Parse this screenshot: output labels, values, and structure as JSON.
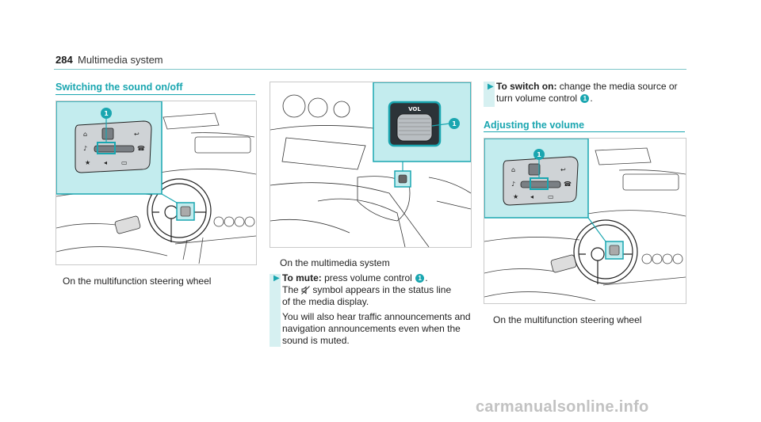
{
  "header": {
    "page_number": "284",
    "section": "Multimedia system"
  },
  "left": {
    "heading": "Switching the sound on/off",
    "callout": "1",
    "caption": "On the multifunction steering wheel"
  },
  "middle": {
    "vol_label": "VOL",
    "callout": "1",
    "caption": "On the multimedia system",
    "mute_label": "To mute:",
    "mute_text": "press volume control",
    "mute_callout": "1",
    "mute_text_end": ".",
    "symbol_pre": "The",
    "symbol_icon": "mute-speaker-icon",
    "symbol_post": "symbol appears in the status line",
    "symbol_line2": "of the media display.",
    "announce_line1": "You will also hear traffic announcements and",
    "announce_line2": "navigation announcements even when the",
    "announce_line3": "sound is muted."
  },
  "right": {
    "switch_on_label": "To switch on:",
    "switch_on_text": "change the media source or",
    "switch_on_line2": "turn volume control",
    "switch_on_callout": "1",
    "switch_on_end": ".",
    "heading": "Adjusting the volume",
    "callout": "1",
    "caption": "On the multifunction steering wheel"
  },
  "watermark": "carmanualsonline.info",
  "colors": {
    "accent": "#1aa6b0",
    "inset_bg": "#c3ecee",
    "rule": "#7dc5c8"
  }
}
